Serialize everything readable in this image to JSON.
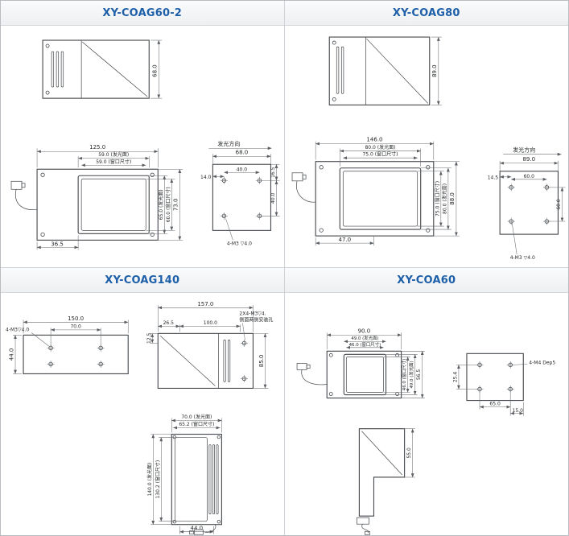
{
  "page": {
    "accent": "#1d5fa8"
  },
  "panels": [
    {
      "title": "XY-COAG60-2",
      "dims": {
        "top_height": "68.0",
        "front_width": "125.0",
        "front_glow_w": "59.0 (发光面)",
        "front_window_w": "59.0 (窗口尺寸)",
        "front_glow_h": "65.0 (发光面)",
        "front_window_h": "60.0 (窗口尺寸)",
        "front_height": "73.0",
        "front_offset": "36.5",
        "direction": "发光方向",
        "side_width": "68.0",
        "side_hole_span": "40.0",
        "side_left_offset": "14.0",
        "side_top_offset": "16.5",
        "side_hole_vspan": "40.0",
        "screw_note": "4-M3 ▽4.0"
      }
    },
    {
      "title": "XY-COAG80",
      "dims": {
        "top_height": "89.0",
        "front_width": "146.0",
        "front_glow_w": "80.0 (发光面)",
        "front_window_w": "75.0 (窗口尺寸)",
        "front_window_h": "75.0 (窗口尺寸)",
        "front_glow_h": "80.0 (发光面)",
        "front_height": "88.0",
        "front_offset": "47.0",
        "direction": "发光方向",
        "side_width": "89.0",
        "side_hole_span": "60.0",
        "side_left_offset": "14.5",
        "side_hole_vspan": "60.0",
        "screw_note": "4-M3 ▽4.0"
      }
    },
    {
      "title": "XY-COAG140",
      "dims": {
        "plan_width": "150.0",
        "plan_hole_span": "70.0",
        "plan_height": "44.0",
        "plan_screw_note": "4-M3▽4.0",
        "side_width": "157.0",
        "side_offset": "26.5",
        "side_hole_span": "100.0",
        "side_top_offset": "12.5",
        "side_height": "85.0",
        "side_screw_note": "2X4-M3▽4.",
        "side_screw_note2": "侧面两侧安装孔",
        "front_glow_w": "70.0 (发光面)",
        "front_window_w": "65.2 (窗口尺寸)",
        "front_glow_h": "140.0 (发光面)",
        "front_window_h": "130.2 (窗口尺寸)",
        "front_offset": "44.0"
      }
    },
    {
      "title": "XY-COA60",
      "dims": {
        "front_width": "90.0",
        "front_glow_w": "49.0 (发光面)",
        "front_window_w": "46.0 (窗口尺寸)",
        "front_window_h": "46.0 (窗口尺寸)",
        "front_glow_h": "49.0 (发光面)",
        "front_height": "56.5",
        "back_screw_note": "4-M4 Dep5",
        "back_vspan": "25.4",
        "back_hole_span": "65.0",
        "back_edge_offset": "15.0",
        "side_depth": "55.0"
      }
    }
  ]
}
